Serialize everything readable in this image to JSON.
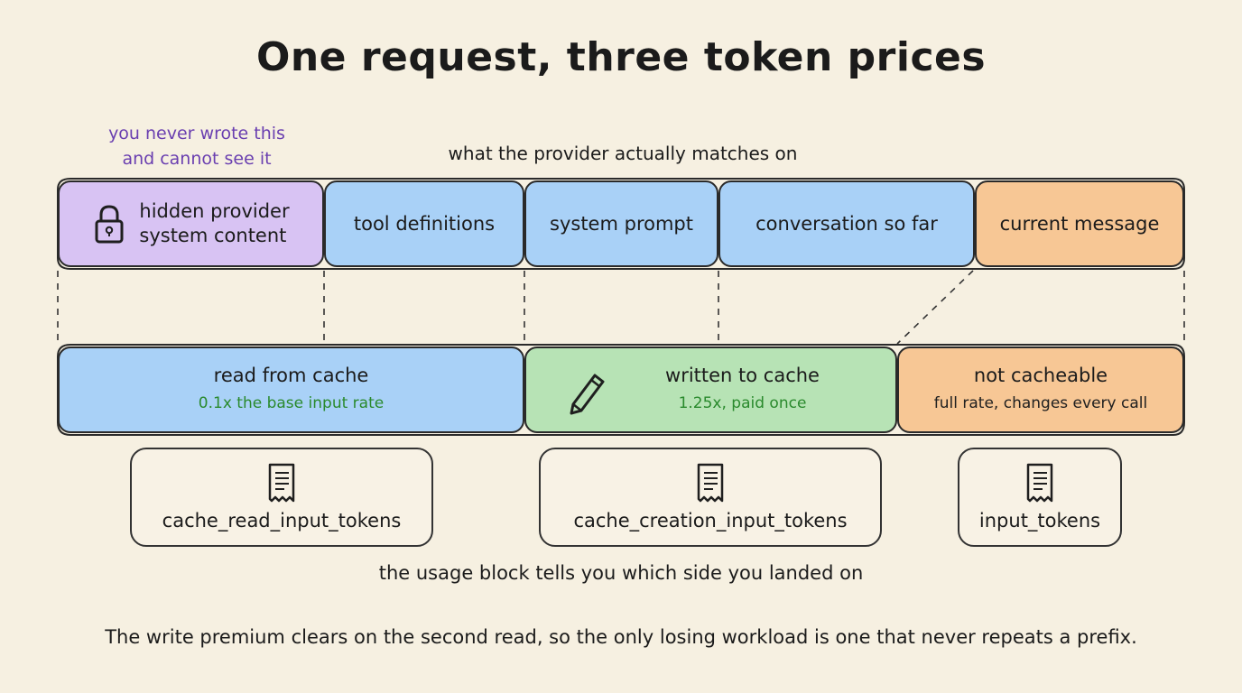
{
  "title": "One request, three token prices",
  "annotation": {
    "line1": "you never wrote this",
    "line2": "and cannot see it"
  },
  "top_label": "what the provider actually matches on",
  "segments": [
    {
      "label_line1": "hidden provider",
      "label_line2": "system content",
      "icon": "lock-icon"
    },
    {
      "label": "tool definitions"
    },
    {
      "label": "system prompt"
    },
    {
      "label": "conversation so far"
    },
    {
      "label": "current message"
    }
  ],
  "cache_bands": [
    {
      "label": "read from cache",
      "sublabel": "0.1x the base input rate"
    },
    {
      "label": "written to cache",
      "sublabel": "1.25x, paid once",
      "icon": "pencil-icon"
    },
    {
      "label": "not cacheable",
      "sublabel": "full rate, changes every call"
    }
  ],
  "usage_fields": [
    {
      "label": "cache_read_input_tokens",
      "icon": "receipt-icon"
    },
    {
      "label": "cache_creation_input_tokens",
      "icon": "receipt-icon"
    },
    {
      "label": "input_tokens",
      "icon": "receipt-icon"
    }
  ],
  "usage_caption": "the usage block tells you which side you landed on",
  "footer": "The write premium clears on the second read, so the only losing workload is one that never repeats a prefix.",
  "colors": {
    "background": "#f6f0e1",
    "purple": "#d8c3f3",
    "blue": "#a9d1f7",
    "green": "#b7e3b5",
    "orange": "#f7c795",
    "annotation": "#6a3fb0",
    "rate_green": "#2a8a2d"
  }
}
